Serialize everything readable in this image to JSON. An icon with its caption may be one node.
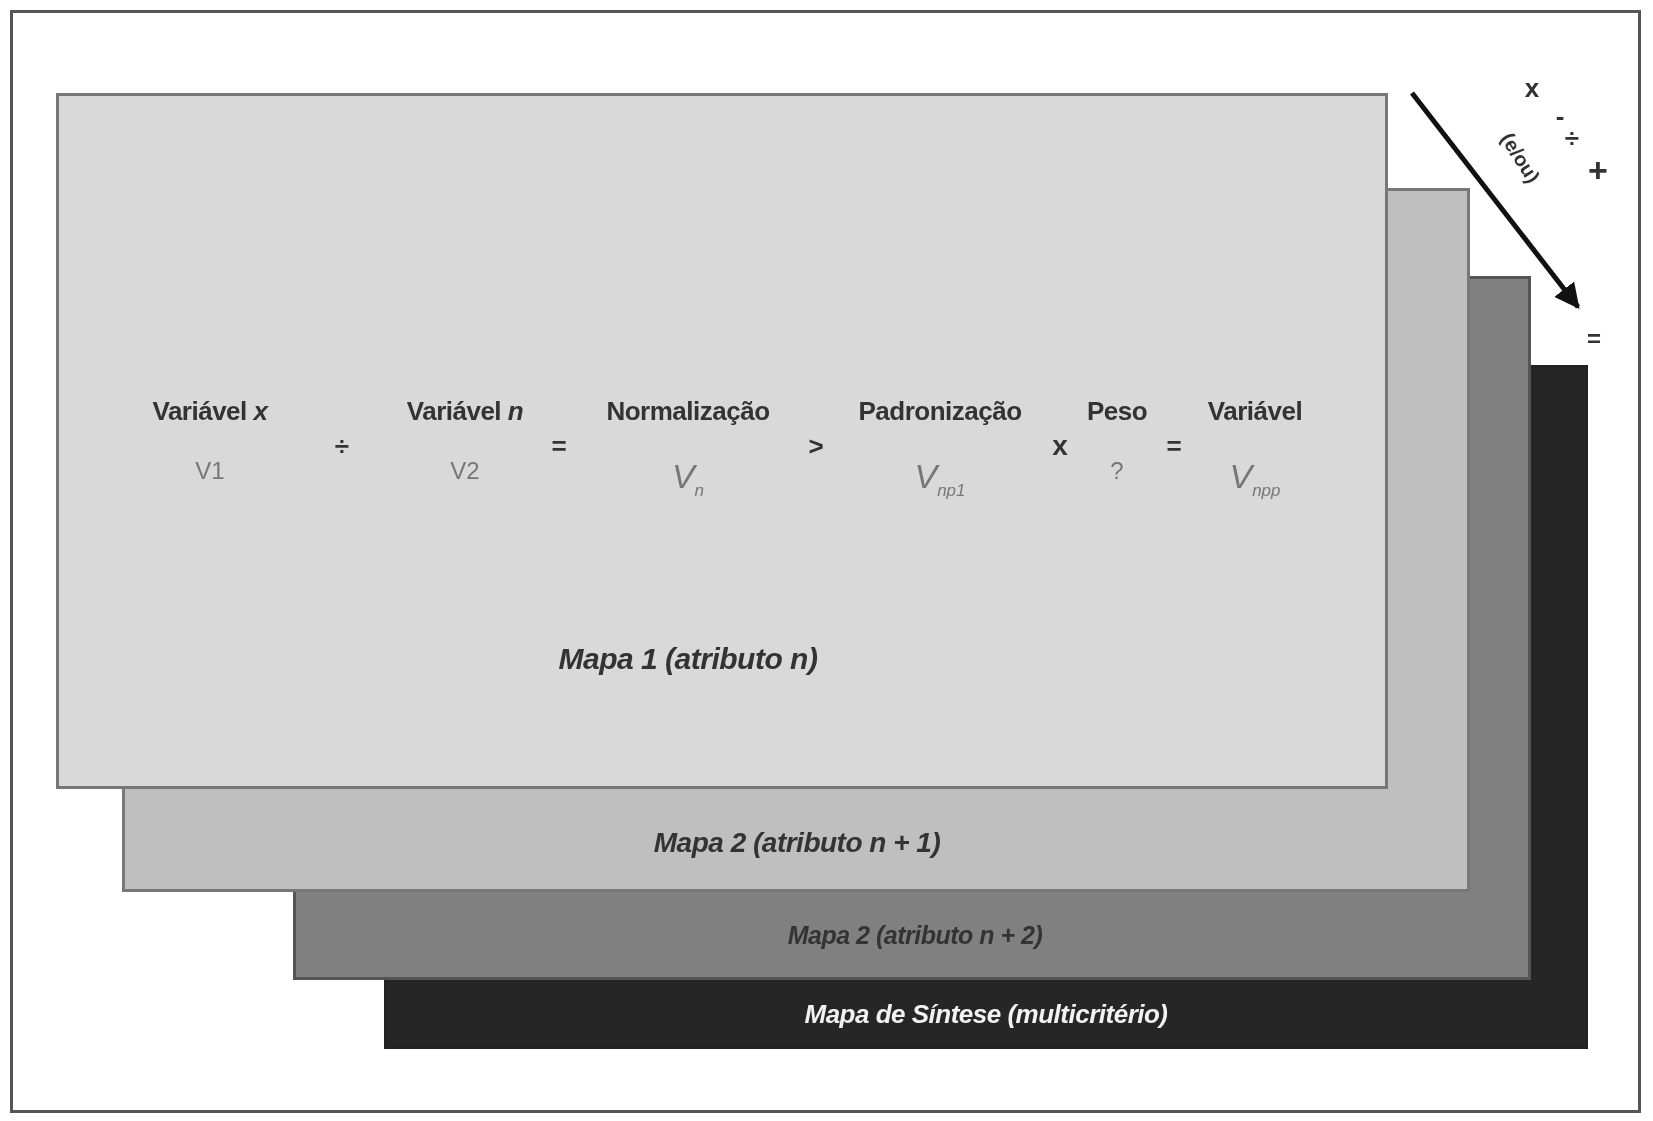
{
  "diagram": {
    "nodes": [
      {
        "text": [
          "Mapa 1 (atributo n)"
        ]
      },
      {
        "text": [
          "Variável *x*",
          "V1"
        ],
        "in": 0
      },
      {
        "text": [
          "Variável *n*",
          "V2"
        ],
        "in": 0
      },
      {
        "text": [
          "Normalização",
          "V$_{n}$"
        ],
        "in": 0
      },
      {
        "text": [
          "Padronização",
          "V$_{np1}$"
        ],
        "in": 0
      },
      {
        "text": [
          "Peso",
          "?"
        ],
        "in": 0
      },
      {
        "text": [
          "Variável",
          "V$_{npp}$"
        ],
        "in": 0
      },
      {
        "text": [
          "Mapa 2 (atributo n + 1)"
        ]
      },
      {
        "text": [
          "Mapa 2 (atributo n + 2)"
        ]
      },
      {
        "text": [
          "Mapa de Síntese (multicritério)"
        ]
      },
      {
        "text": [],
        "shape": "box"
      },
      {
        "text": [],
        "shape": "box"
      },
      {
        "text": [],
        "shape": "box"
      }
    ],
    "labels": [
      "÷",
      "=",
      ">",
      "x",
      "=",
      "x",
      "-",
      "÷",
      "+",
      "(e/ou)",
      "="
    ]
  }
}
